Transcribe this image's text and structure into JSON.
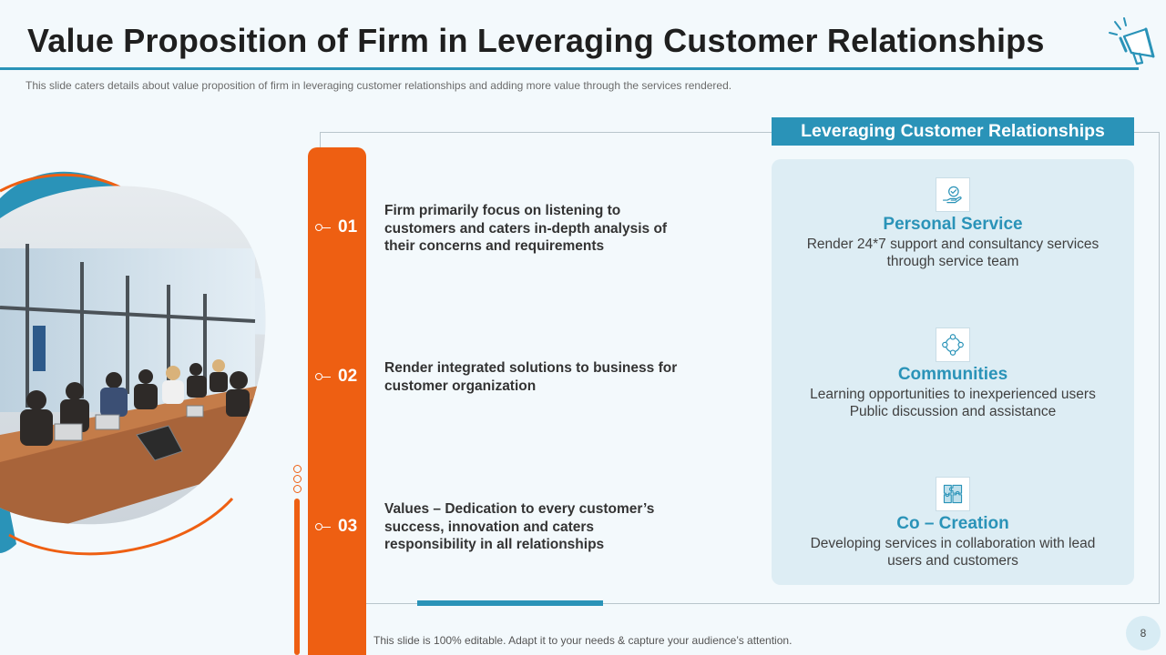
{
  "slide": {
    "title": "Value Proposition of Firm in Leveraging Customer Relationships",
    "subtitle": "This slide caters details about value  proposition of firm in leveraging  customer relationships and adding more value through  the services rendered.",
    "footer_note": "This slide is 100% editable. Adapt it to your needs & capture your audience’s attention.",
    "page_number": "8"
  },
  "steps": [
    {
      "number": "01",
      "text": "Firm primarily focus on listening to customers and caters in-depth analysis of their concerns and requirements"
    },
    {
      "number": "02",
      "text": "Render integrated solutions to business for customer organization"
    },
    {
      "number": "03",
      "text": "Values – Dedication to every customer’s success, innovation and caters responsibility in all relationships"
    }
  ],
  "panel": {
    "header": "Leveraging Customer Relationships",
    "services": [
      {
        "icon": "hand-support-icon",
        "name": "Personal Service",
        "desc_lines": [
          "Render 24*7 support and consultancy  services",
          "through service team"
        ]
      },
      {
        "icon": "community-network-icon",
        "name": "Communities",
        "desc_lines": [
          "Learning opportunities to inexperienced users",
          "Public discussion and assistance"
        ]
      },
      {
        "icon": "puzzle-collaboration-icon",
        "name": "Co – Creation",
        "desc_lines": [
          "Developing services in collaboration with lead",
          "users and customers"
        ]
      }
    ]
  },
  "colors": {
    "accent_blue": "#2a93b8",
    "accent_orange": "#ee5f12",
    "panel_bg": "#ddedf4",
    "slide_bg": "#f3f9fc"
  },
  "icons": {
    "logo": "megaphone-icon",
    "photo": "meeting-room-photo",
    "step_pin": "pin-connector-icon"
  }
}
